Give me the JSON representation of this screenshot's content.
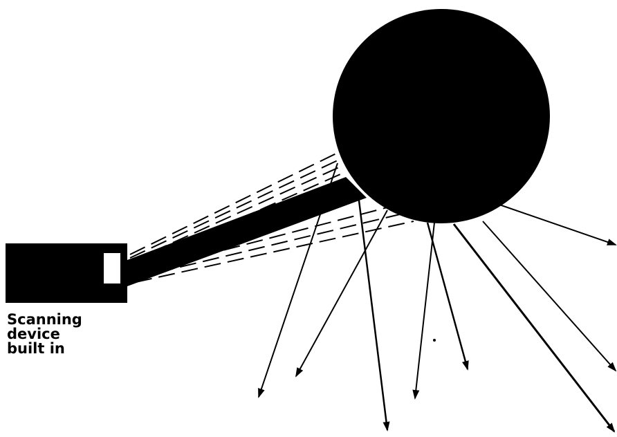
{
  "diagram": {
    "label_lines": [
      "Scanning",
      "device",
      "built in"
    ],
    "colors": {
      "ink": "#000000",
      "paper": "#ffffff"
    },
    "icons": {
      "device": "scanning-device-icon",
      "sphere": "sphere-shape",
      "beam": "scan-beam",
      "rays": "scattered-ray-arrows"
    }
  }
}
